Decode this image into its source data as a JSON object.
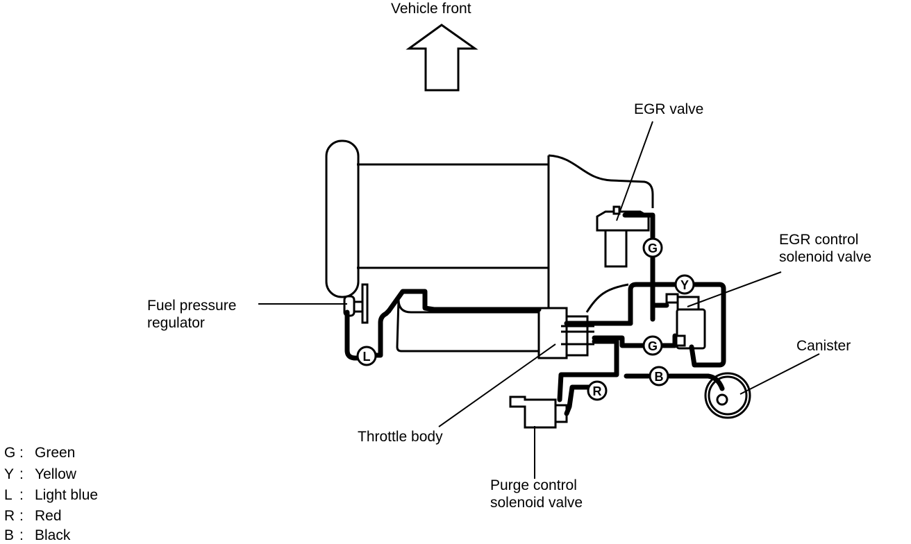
{
  "labels": {
    "vehicle_front": "Vehicle front",
    "egr_valve": "EGR valve",
    "egr_control_line1": "EGR control",
    "egr_control_line2": "solenoid valve",
    "fuel_pressure_line1": "Fuel pressure",
    "fuel_pressure_line2": "regulator",
    "canister": "Canister",
    "throttle_body": "Throttle body",
    "purge_control_line1": "Purge control",
    "purge_control_line2": "solenoid valve"
  },
  "hose_markers": {
    "g_upper": "G",
    "g_lower": "G",
    "y": "Y",
    "l": "L",
    "r": "R",
    "b": "B"
  },
  "legend": [
    {
      "code": "G",
      "sep": ":",
      "color": "Green"
    },
    {
      "code": "Y",
      "sep": ":",
      "color": "Yellow"
    },
    {
      "code": "L",
      "sep": ":",
      "color": "Light blue"
    },
    {
      "code": "R",
      "sep": ":",
      "color": "Red"
    },
    {
      "code": "B",
      "sep": ":",
      "color": "Black"
    }
  ]
}
